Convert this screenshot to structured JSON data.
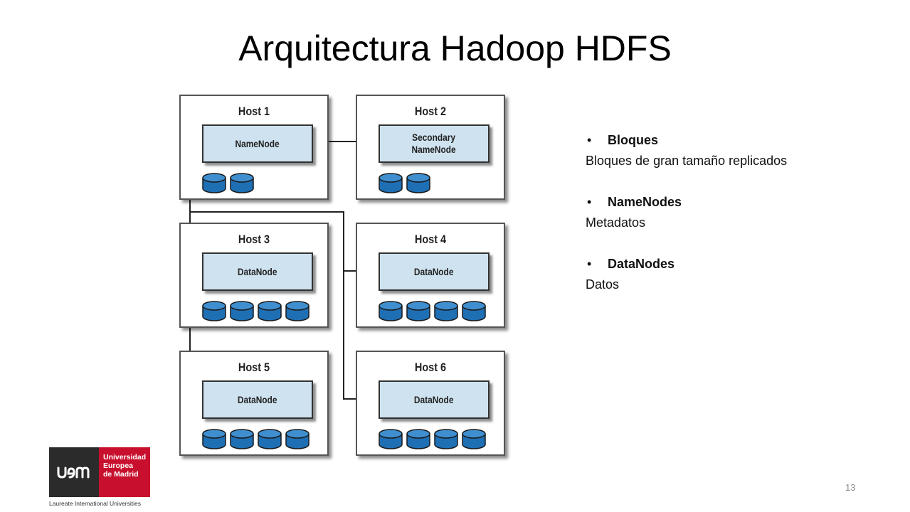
{
  "slide": {
    "title": "Arquitectura Hadoop HDFS",
    "page_number": "13"
  },
  "diagram": {
    "hosts": [
      {
        "name": "Host 1",
        "node": "NameNode",
        "disks": 2
      },
      {
        "name": "Host 2",
        "node": "Secondary\nNameNode",
        "disks": 2
      },
      {
        "name": "Host 3",
        "node": "DataNode",
        "disks": 4
      },
      {
        "name": "Host 4",
        "node": "DataNode",
        "disks": 4
      },
      {
        "name": "Host 5",
        "node": "DataNode",
        "disks": 4
      },
      {
        "name": "Host 6",
        "node": "DataNode",
        "disks": 4
      }
    ],
    "colors": {
      "disk_fill": "#1f6fb5",
      "node_fill": "#cfe2f0",
      "border": "#555555"
    }
  },
  "bullets": [
    {
      "head": "Bloques",
      "desc": "Bloques de gran tamaño replicados"
    },
    {
      "head": "NameNodes",
      "desc": "Metadatos"
    },
    {
      "head": "DataNodes",
      "desc": "Datos"
    }
  ],
  "logo": {
    "mark": "uem",
    "line1": "Universidad",
    "line2": "Europea",
    "line3": "de Madrid",
    "caption": "Laureate International Universities",
    "colors": {
      "dark": "#2b2b2b",
      "red": "#c8102e"
    }
  }
}
